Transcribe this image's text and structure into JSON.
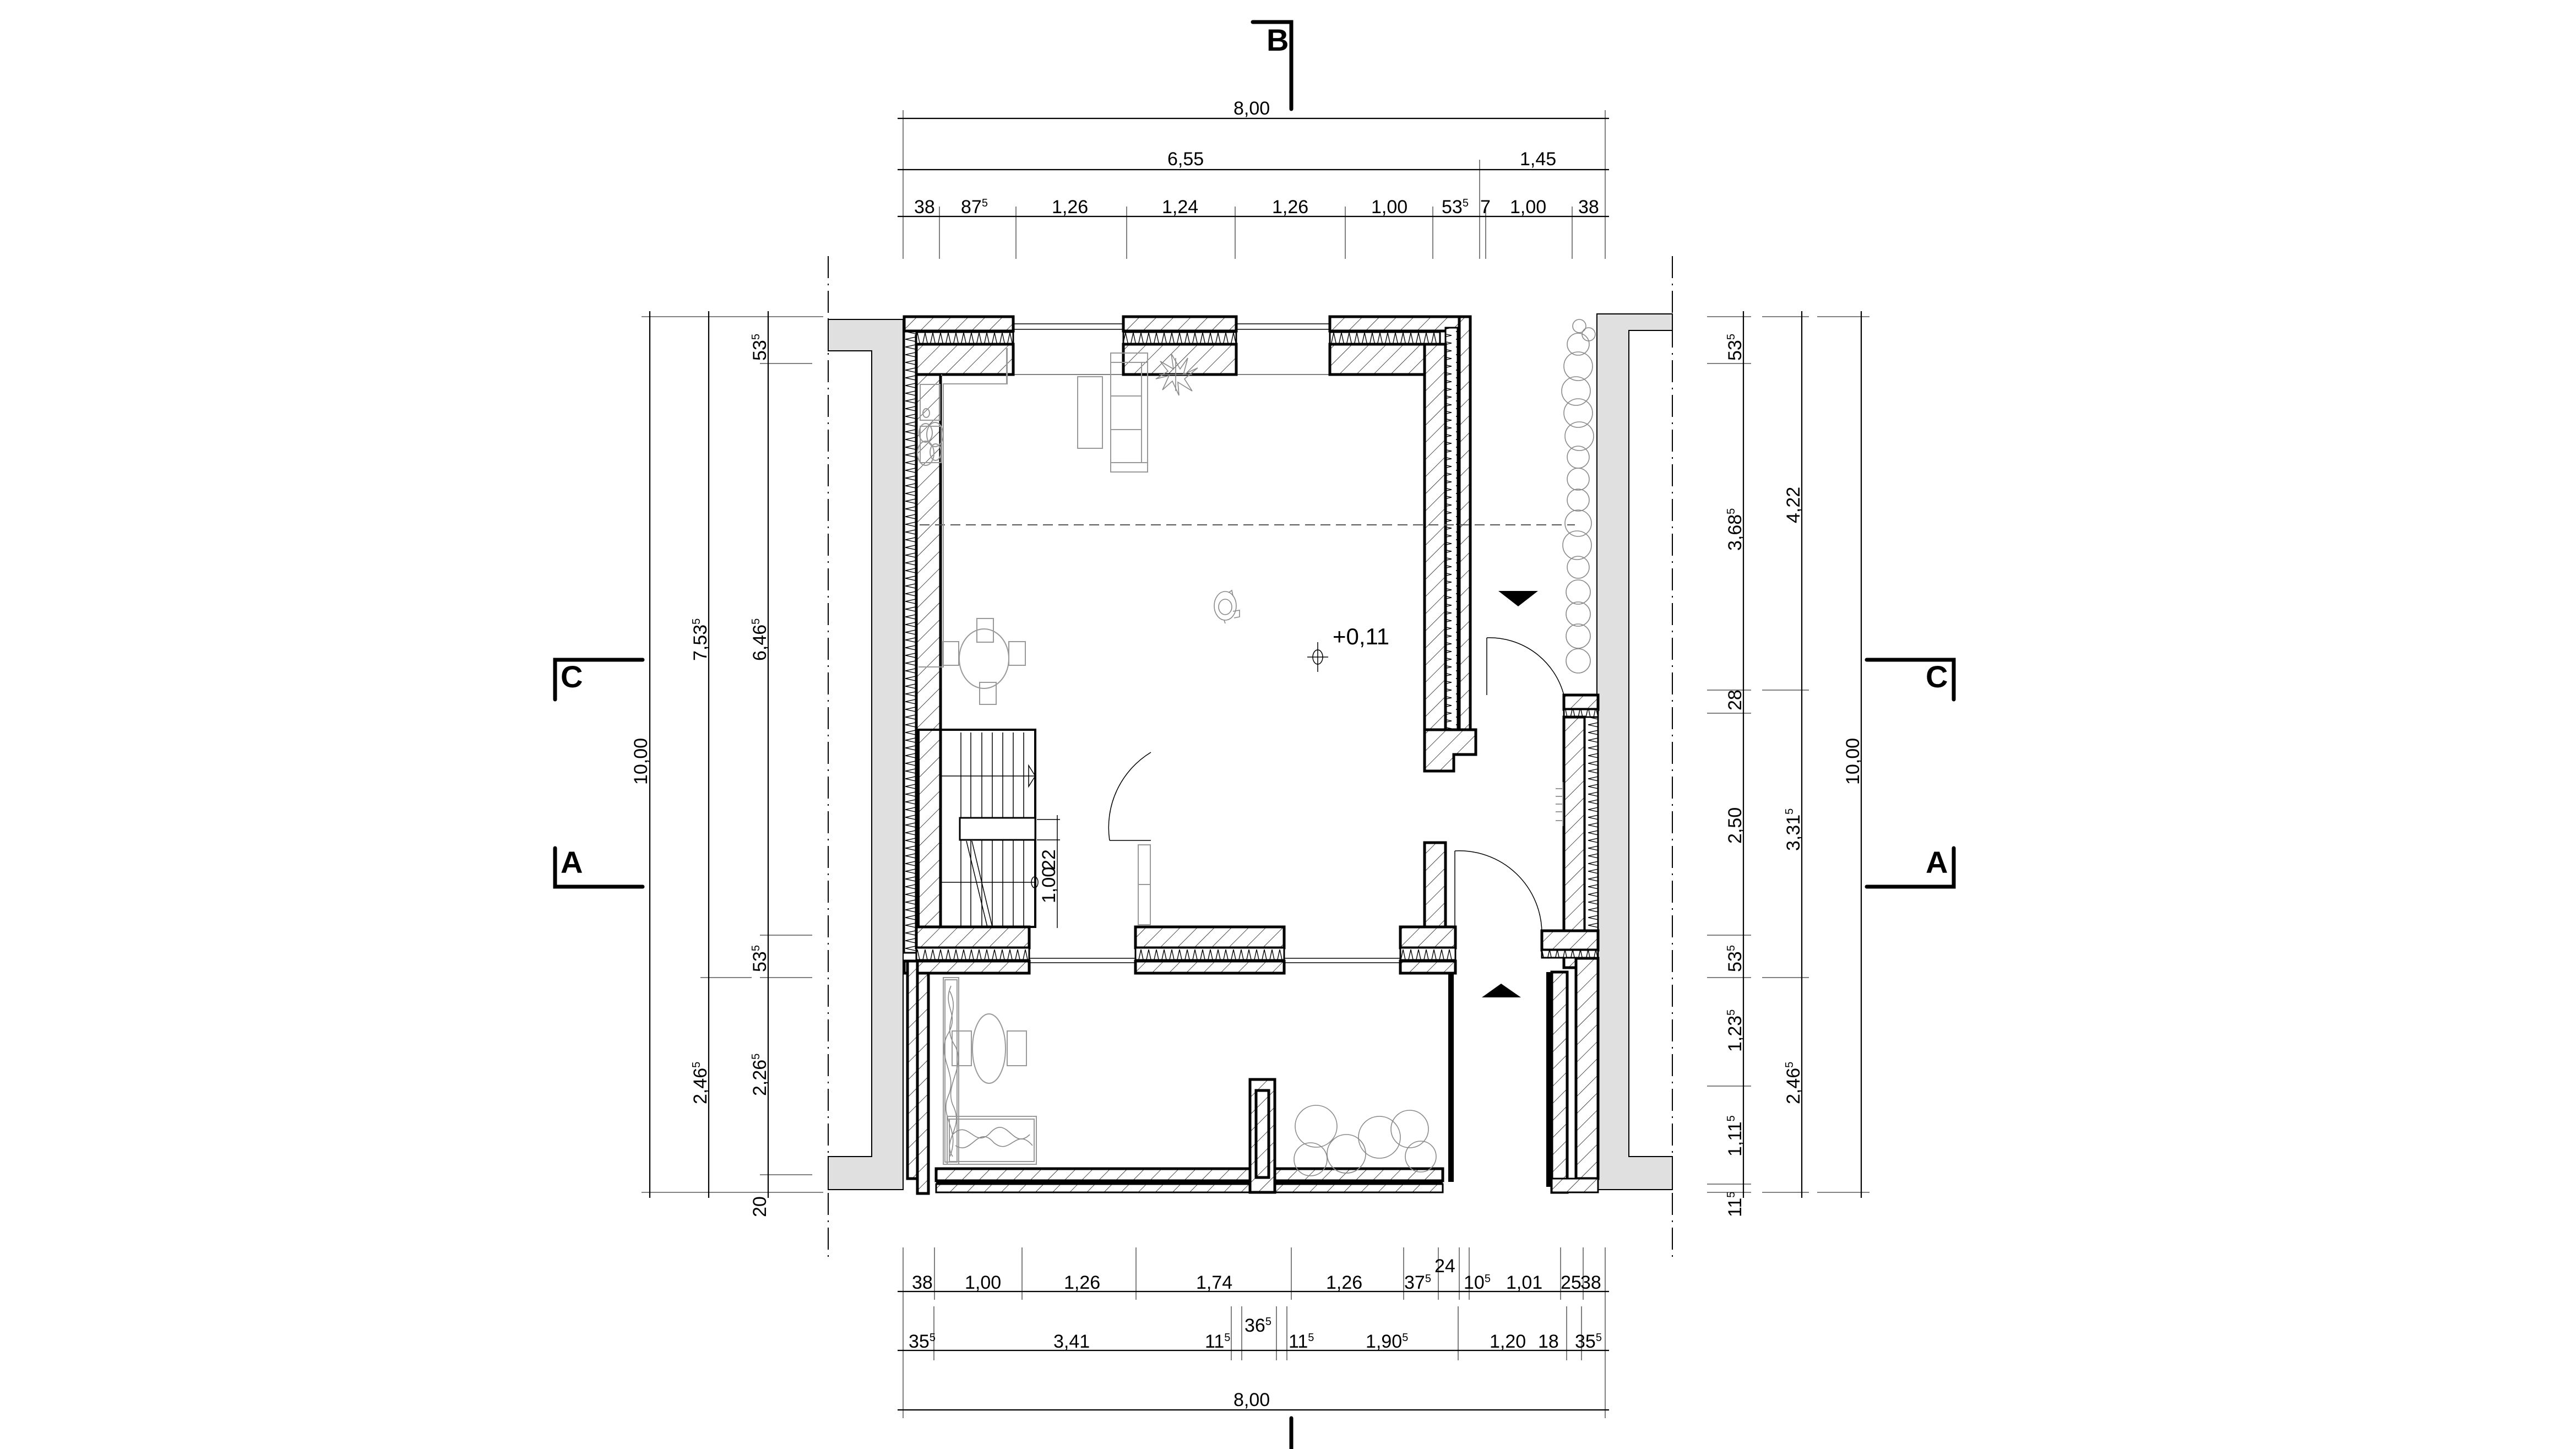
{
  "drawing": {
    "type": "floor plan",
    "level_mark": "+0,11",
    "stair_note": {
      "run": "1,00",
      "landing": "22"
    },
    "colors": {
      "line": "#000000",
      "neighbor_fill": "#e0e0e0",
      "furniture": "#999999",
      "plants": "#8a8a8a"
    }
  },
  "section_markers": {
    "top": "B",
    "left_upper": "C",
    "left_lower": "A",
    "right_upper": "C",
    "right_lower": "A"
  },
  "dimensions": {
    "top": {
      "overall": "8,00",
      "split": [
        {
          "v": "6,55"
        },
        {
          "v": "1,45"
        }
      ],
      "detail": [
        {
          "v": "38",
          "s": ""
        },
        {
          "v": "87",
          "s": "5"
        },
        {
          "v": "1,26",
          "s": ""
        },
        {
          "v": "1,24",
          "s": ""
        },
        {
          "v": "1,26",
          "s": ""
        },
        {
          "v": "1,00",
          "s": ""
        },
        {
          "v": "53",
          "s": "5"
        },
        {
          "v": "7",
          "s": ""
        },
        {
          "v": "1,00",
          "s": ""
        },
        {
          "v": "38",
          "s": ""
        }
      ]
    },
    "bottom": {
      "row1": [
        {
          "v": "38",
          "s": ""
        },
        {
          "v": "1,00",
          "s": ""
        },
        {
          "v": "1,26",
          "s": ""
        },
        {
          "v": "1,74",
          "s": ""
        },
        {
          "v": "1,26",
          "s": ""
        },
        {
          "v": "37",
          "s": "5"
        },
        {
          "v": "24",
          "s": ""
        },
        {
          "v": "10",
          "s": "5"
        },
        {
          "v": "1,01",
          "s": ""
        },
        {
          "v": "25",
          "s": ""
        },
        {
          "v": "38",
          "s": ""
        }
      ],
      "row2": [
        {
          "v": "35",
          "s": "5"
        },
        {
          "v": "3,41",
          "s": ""
        },
        {
          "v": "11",
          "s": "5"
        },
        {
          "v": "36",
          "s": "5"
        },
        {
          "v": "11",
          "s": "5"
        },
        {
          "v": "1,90",
          "s": "5"
        },
        {
          "v": "1,20",
          "s": ""
        },
        {
          "v": "18",
          "s": ""
        },
        {
          "v": "35",
          "s": "5"
        }
      ],
      "overall": "8,00"
    },
    "left": {
      "overall": "10,00",
      "mid": [
        {
          "v": "7,53",
          "s": "5"
        },
        {
          "v": "2,46",
          "s": "5"
        }
      ],
      "inner": [
        {
          "v": "53",
          "s": "5"
        },
        {
          "v": "6,46",
          "s": "5"
        },
        {
          "v": "53",
          "s": "5"
        },
        {
          "v": "2,26",
          "s": "5"
        },
        {
          "v": "20",
          "s": ""
        }
      ]
    },
    "right": {
      "overall": "10,00",
      "mid": [
        {
          "v": "4,22",
          "s": ""
        },
        {
          "v": "3,31",
          "s": "5"
        },
        {
          "v": "2,46",
          "s": "5"
        }
      ],
      "inner": [
        {
          "v": "53",
          "s": "5"
        },
        {
          "v": "3,68",
          "s": "5"
        },
        {
          "v": "28",
          "s": ""
        },
        {
          "v": "2,50",
          "s": ""
        },
        {
          "v": "53",
          "s": "5"
        },
        {
          "v": "1,23",
          "s": "5"
        },
        {
          "v": "1,11",
          "s": "5"
        },
        {
          "v": "11",
          "s": "5"
        }
      ]
    }
  }
}
